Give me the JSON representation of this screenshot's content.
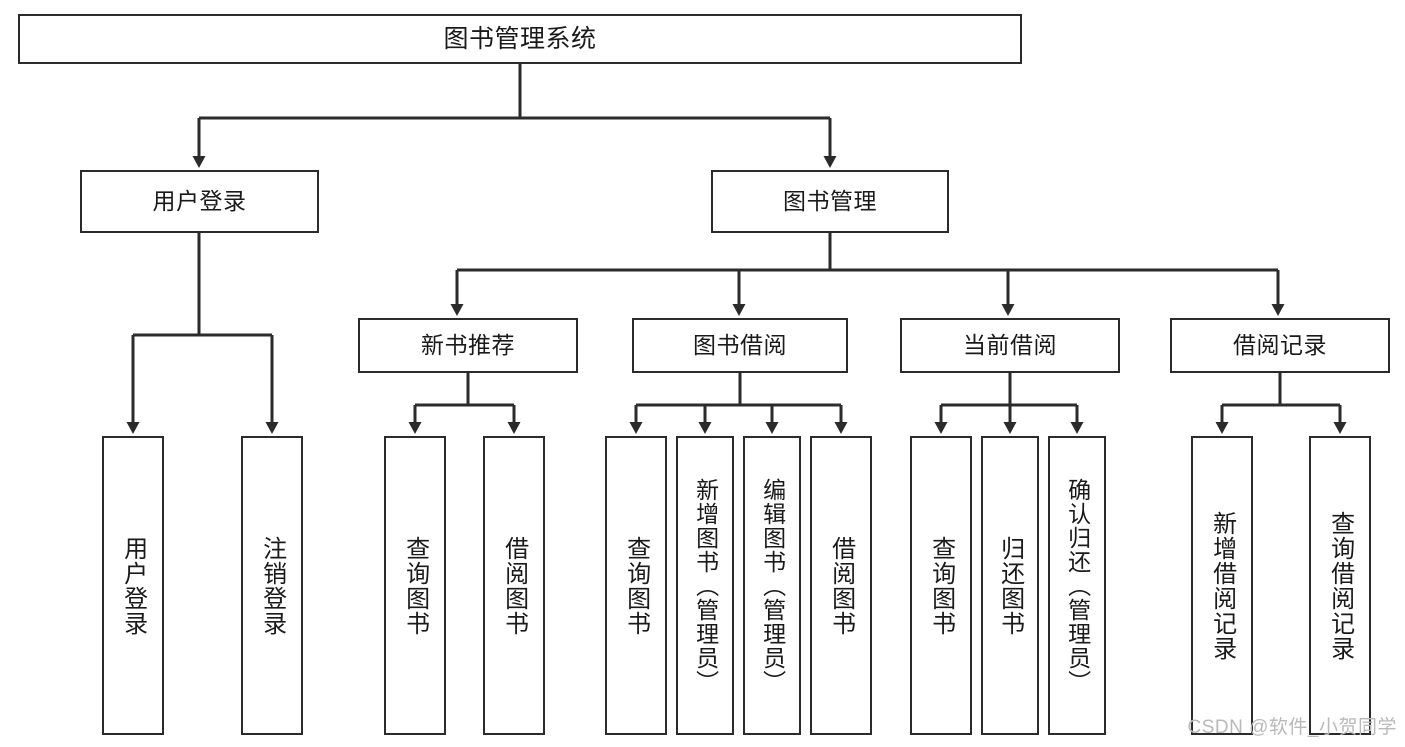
{
  "diagram": {
    "title": "图书管理系统",
    "type": "tree",
    "watermark": "CSDN @软件_小贺同学",
    "colors": {
      "border": "#2b2b2b",
      "fill": "#ffffff",
      "text": "#1a1a1a",
      "connector": "#2b2b2b",
      "watermark": "#b9b9b9",
      "background": "#ffffff"
    },
    "nodes": {
      "root": {
        "label": "图书管理系统"
      },
      "level2": [
        {
          "id": "user-login",
          "label": "用户登录"
        },
        {
          "id": "book-manage",
          "label": "图书管理"
        }
      ],
      "level3": [
        {
          "id": "new-book-recommend",
          "label": "新书推荐"
        },
        {
          "id": "book-borrow",
          "label": "图书借阅"
        },
        {
          "id": "current-borrow",
          "label": "当前借阅"
        },
        {
          "id": "borrow-record",
          "label": "借阅记录"
        }
      ],
      "leaves": [
        {
          "id": "leaf-user-login",
          "label": "用户登录",
          "parent": "user-login"
        },
        {
          "id": "leaf-user-logout",
          "label": "注销登录",
          "parent": "user-login"
        },
        {
          "id": "leaf-query-book-1",
          "label": "查询图书",
          "parent": "new-book-recommend"
        },
        {
          "id": "leaf-borrow-book-1",
          "label": "借阅图书",
          "parent": "new-book-recommend"
        },
        {
          "id": "leaf-query-book-2",
          "label": "查询图书",
          "parent": "book-borrow"
        },
        {
          "id": "leaf-add-book",
          "label": "新增图书（管理员）",
          "parent": "book-borrow"
        },
        {
          "id": "leaf-edit-book",
          "label": "编辑图书（管理员）",
          "parent": "book-borrow"
        },
        {
          "id": "leaf-borrow-book-2",
          "label": "借阅图书",
          "parent": "book-borrow"
        },
        {
          "id": "leaf-query-book-3",
          "label": "查询图书",
          "parent": "current-borrow"
        },
        {
          "id": "leaf-return-book",
          "label": "归还图书",
          "parent": "current-borrow"
        },
        {
          "id": "leaf-confirm-return",
          "label": "确认归还（管理员）",
          "parent": "current-borrow"
        },
        {
          "id": "leaf-add-record",
          "label": "新增借阅记录",
          "parent": "borrow-record"
        },
        {
          "id": "leaf-query-record",
          "label": "查询借阅记录",
          "parent": "borrow-record"
        }
      ]
    }
  }
}
